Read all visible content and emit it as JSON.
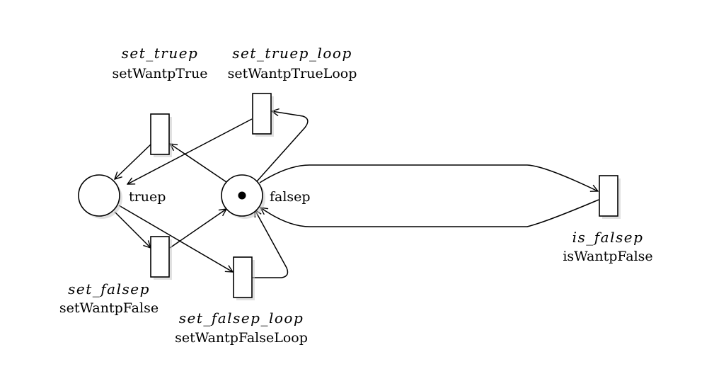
{
  "places": {
    "truep": {
      "label": "truep",
      "tokens": 0
    },
    "falsep": {
      "label": "falsep",
      "tokens": 1
    }
  },
  "transitions": {
    "set_truep": {
      "name": "set_truep",
      "action": "setWantpTrue"
    },
    "set_truep_loop": {
      "name": "set_truep_loop",
      "action": "setWantpTrueLoop"
    },
    "set_falsep": {
      "name": "set_falsep",
      "action": "setWantpFalse"
    },
    "set_falsep_loop": {
      "name": "set_falsep_loop",
      "action": "setWantpFalseLoop"
    },
    "is_falsep": {
      "name": "is_falsep",
      "action": "isWantpFalse"
    }
  },
  "arcs": [
    {
      "from": "falsep",
      "to": "set_truep"
    },
    {
      "from": "set_truep",
      "to": "truep"
    },
    {
      "from": "set_truep_loop",
      "to": "truep"
    },
    {
      "from": "falsep",
      "to": "set_truep_loop"
    },
    {
      "from": "truep",
      "to": "set_falsep"
    },
    {
      "from": "set_falsep",
      "to": "falsep"
    },
    {
      "from": "truep",
      "to": "set_falsep_loop"
    },
    {
      "from": "set_falsep_loop",
      "to": "falsep"
    },
    {
      "from": "falsep",
      "to": "is_falsep"
    },
    {
      "from": "is_falsep",
      "to": "falsep"
    }
  ]
}
